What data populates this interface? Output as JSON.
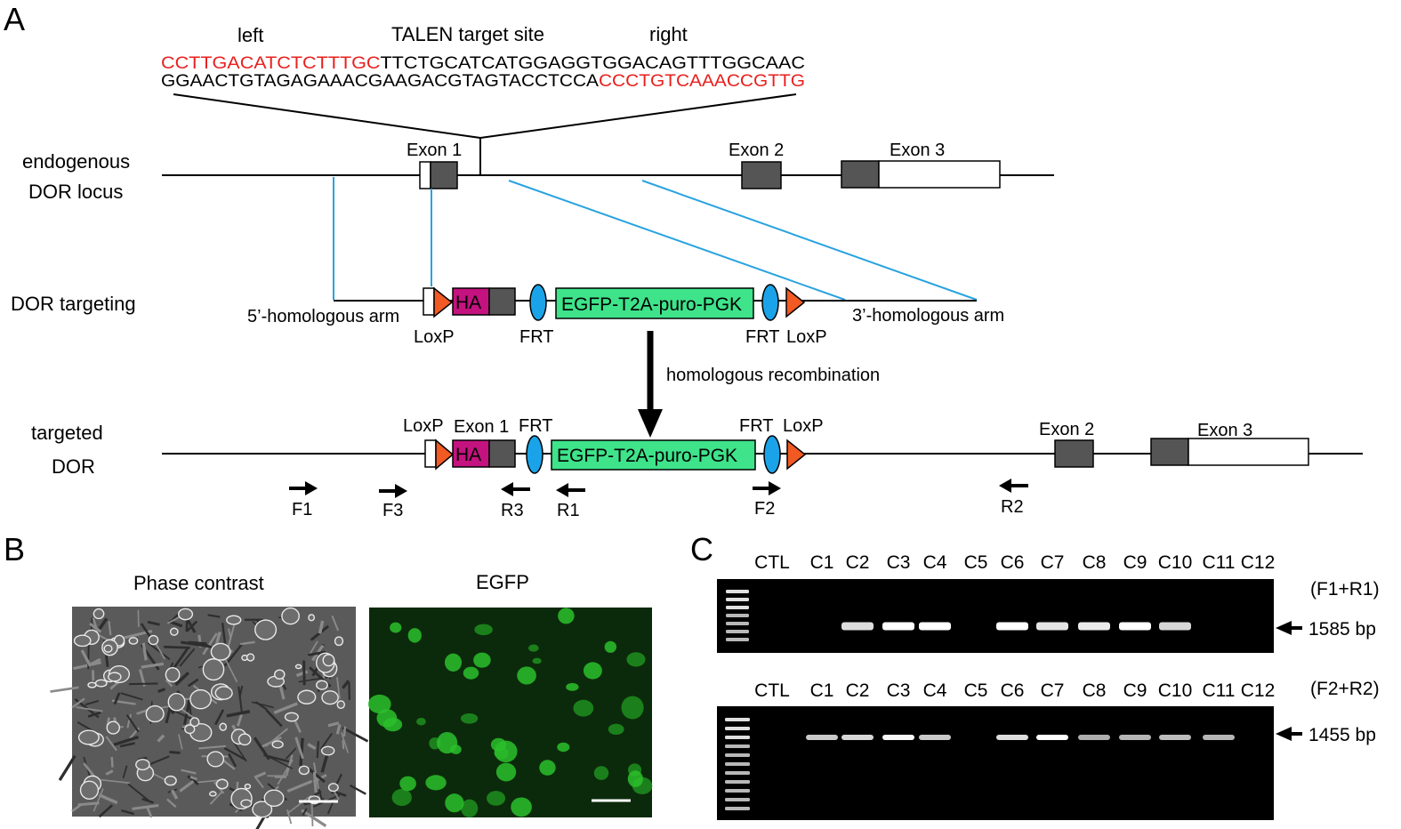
{
  "colors": {
    "highlight_red": "#e8201e",
    "loxp_orange": "#f15a22",
    "frt_blue": "#1aa3e8",
    "ha_magenta": "#c4127f",
    "egfp_green": "#3ee38a",
    "exon_gray": "#555555",
    "homology_line_blue": "#29a3e0",
    "gel_background": "#000000",
    "fluorescence_green": "#1a9a1a"
  },
  "panel_a": {
    "label": "A",
    "left_label": "left",
    "site_label": "TALEN target site",
    "right_label": "right",
    "seq_top_red": "CCTTGACATCTCTTTGC",
    "seq_top_black": "TTCTGCATCATGGAGGTGGACAGTTTGGCAAC",
    "seq_bottom_black": "GGAACTGTAGAGAAACGAAGACGTAGTACCTCCA",
    "seq_bottom_red": "CCCTGTCAAACCGTTG",
    "endogenous_line1": "endogenous",
    "endogenous_line2": "DOR locus",
    "targeting_label": "DOR targeting",
    "targeted_line1": "targeted",
    "targeted_line2": "DOR",
    "exon1": "Exon 1",
    "exon2": "Exon 2",
    "exon3": "Exon 3",
    "ha": "HA",
    "cassette": "EGFP-T2A-puro-PGK",
    "loxp": "LoxP",
    "frt": "FRT",
    "arm5": "5’-homologous arm",
    "arm3": "3’-homologous arm",
    "recombination": "homologous recombination",
    "primers": [
      "F1",
      "F3",
      "R3",
      "R1",
      "F2",
      "R2"
    ]
  },
  "panel_b": {
    "label": "B",
    "phase_title": "Phase contrast",
    "egfp_title": "EGFP"
  },
  "panel_c": {
    "label": "C",
    "lanes": [
      "CTL",
      "C1",
      "C2",
      "C3",
      "C4",
      "C5",
      "C6",
      "C7",
      "C8",
      "C9",
      "C10",
      "C11",
      "C12"
    ],
    "gel1_primers": "(F1+R1)",
    "gel1_size": "1585 bp",
    "gel1_band_intensity": [
      0,
      0,
      0.75,
      1.0,
      1.0,
      0,
      1.0,
      0.8,
      0.85,
      1.0,
      0.7,
      0,
      0
    ],
    "gel2_primers": "(F2+R2)",
    "gel2_size": "1455 bp",
    "gel2_band_intensity": [
      0,
      0.6,
      0.7,
      0.95,
      0.6,
      0,
      0.75,
      1.0,
      0.4,
      0.45,
      0.5,
      0.45,
      0
    ]
  }
}
